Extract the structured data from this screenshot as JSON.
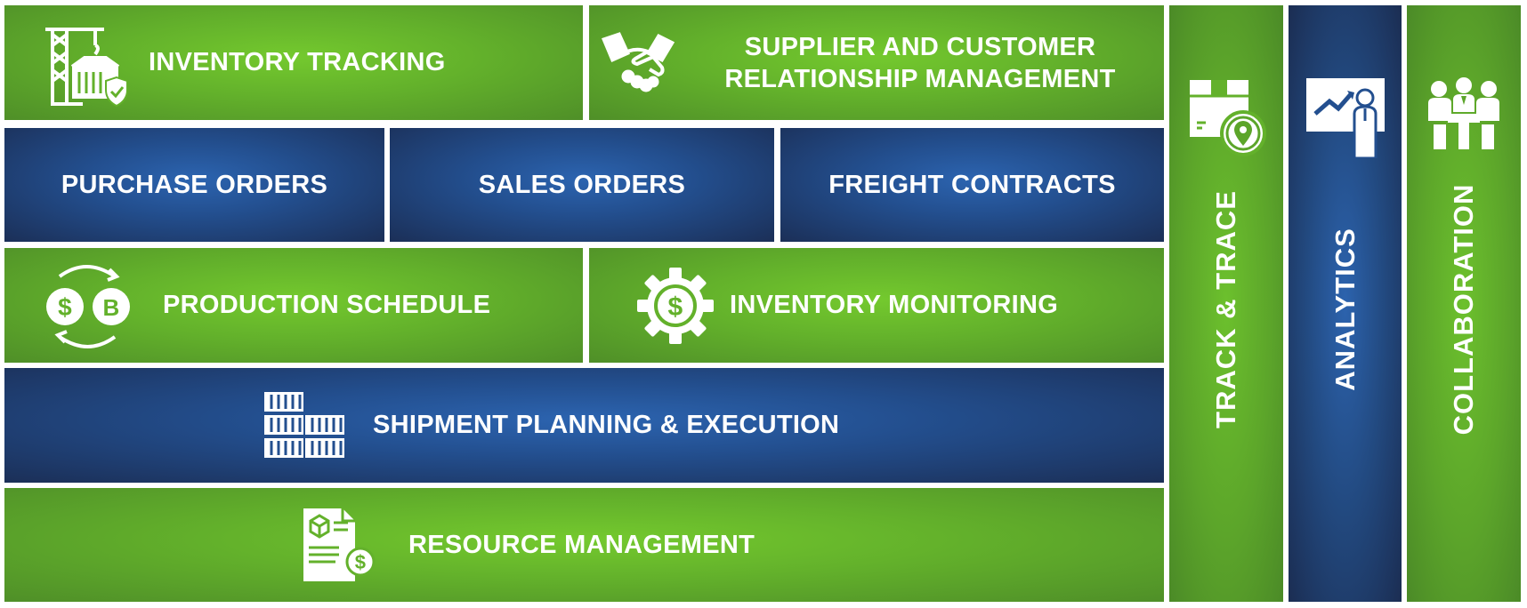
{
  "tiles": {
    "inventory_tracking": {
      "label": "INVENTORY TRACKING",
      "icon": "crane-container-shield-icon"
    },
    "supplier_customer": {
      "line1": "SUPPLIER AND CUSTOMER",
      "line2": "RELATIONSHIP MANAGEMENT",
      "icon": "handshake-icon"
    },
    "purchase_orders": {
      "label": "PURCHASE ORDERS"
    },
    "sales_orders": {
      "label": "SALES ORDERS"
    },
    "freight_contracts": {
      "label": "FREIGHT CONTRACTS"
    },
    "production_schedule": {
      "label": "PRODUCTION SCHEDULE",
      "icon": "currency-exchange-icon"
    },
    "inventory_monitoring": {
      "label": "INVENTORY MONITORING",
      "icon": "dollar-gear-icon"
    },
    "shipment_planning": {
      "label": "SHIPMENT PLANNING & EXECUTION",
      "icon": "stacked-containers-icon"
    },
    "resource_management": {
      "label": "RESOURCE MANAGEMENT",
      "icon": "invoice-box-dollar-icon"
    }
  },
  "columns": {
    "track_trace": {
      "label": "TRACK & TRACE",
      "icon": "package-location-icon"
    },
    "analytics": {
      "label": "ANALYTICS",
      "icon": "presentation-chart-icon"
    },
    "collaboration": {
      "label": "COLLABORATION",
      "icon": "team-meeting-icon"
    }
  },
  "colors": {
    "green": "#63b12b",
    "blue": "#234f8f",
    "white": "#ffffff"
  }
}
